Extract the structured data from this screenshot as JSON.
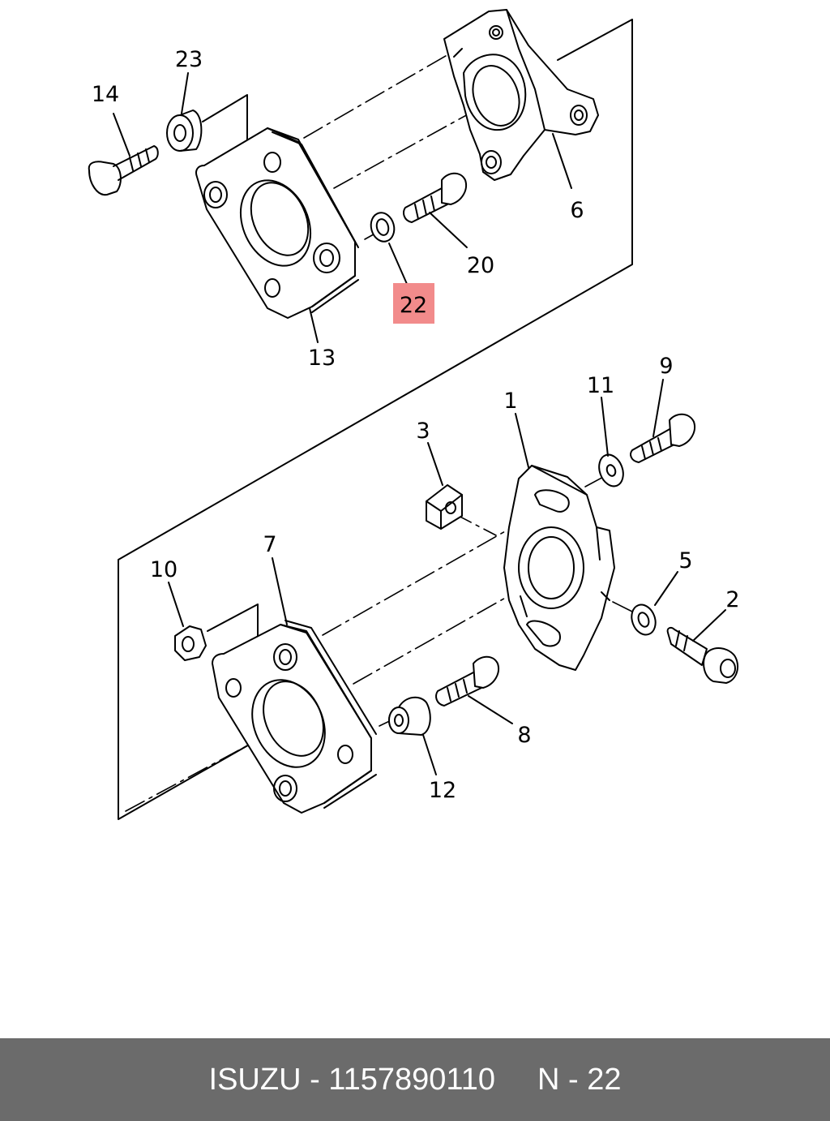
{
  "diagram": {
    "callouts": [
      "14",
      "23",
      "6",
      "20",
      "22",
      "13",
      "9",
      "11",
      "1",
      "3",
      "7",
      "10",
      "5",
      "2",
      "8",
      "12"
    ],
    "highlighted_callout": "22",
    "highlight_color": "#f28b8b"
  },
  "footer": {
    "part_text": "ISUZU - 1157890110",
    "ref_text": "N - 22",
    "background": "#6b6b6b",
    "text_color": "#ffffff"
  }
}
